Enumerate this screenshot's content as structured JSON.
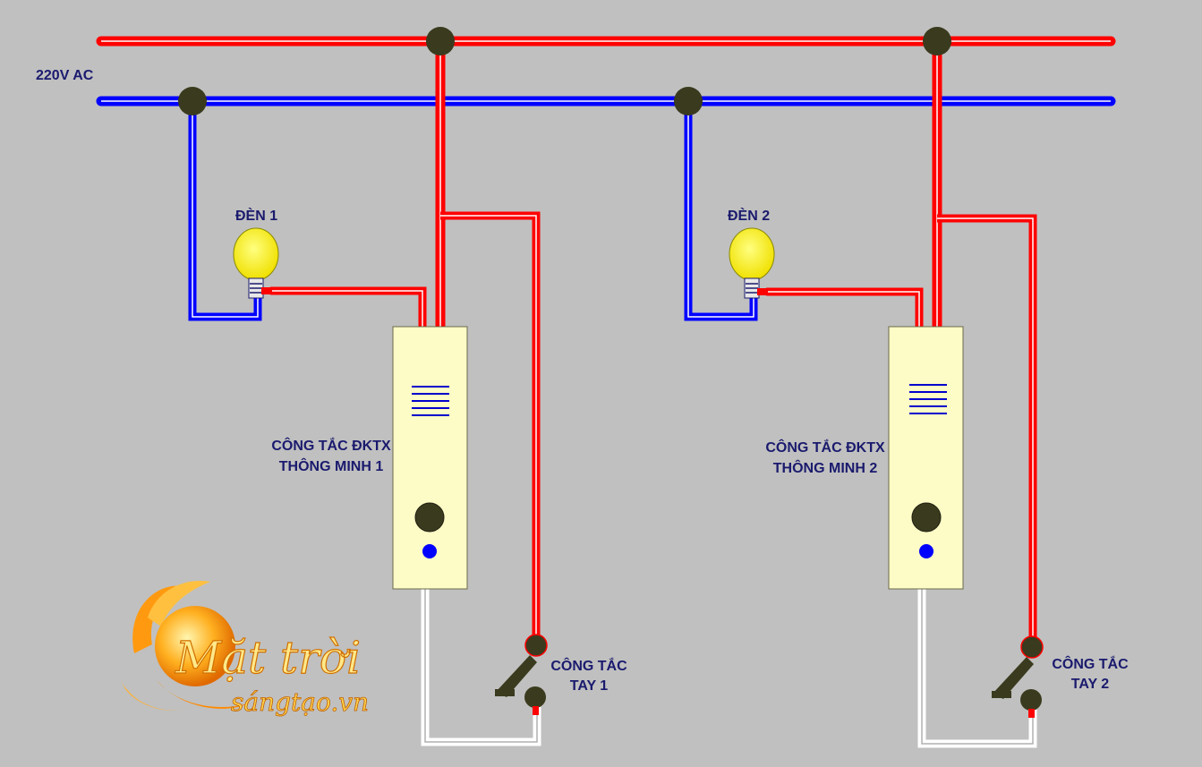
{
  "supply_label": "220V AC",
  "colors": {
    "background": "#c0c0c0",
    "live_wire": "#ff0000",
    "neutral_wire": "#0000ff",
    "return_wire": "#ffffff",
    "junction": "#3a3a1e",
    "switch_body": "#fdfbc6",
    "bulb": "#f8f000",
    "label_text": "#1a1a6e"
  },
  "lamps": [
    {
      "name": "ĐÈN 1"
    },
    {
      "name": "ĐÈN 2"
    }
  ],
  "smart_switches": [
    {
      "line1": "CÔNG TẮC ĐKTX",
      "line2": "THÔNG MINH 1"
    },
    {
      "line1": "CÔNG TẮC ĐKTX",
      "line2": "THÔNG MINH 2"
    }
  ],
  "manual_switches": [
    {
      "line1": "CÔNG TẮC",
      "line2": "TAY 1"
    },
    {
      "line1": "CÔNG TẮC",
      "line2": "TAY 2"
    }
  ],
  "logo": {
    "main": "Mặt trời",
    "sub": "sángtạo.vn"
  }
}
